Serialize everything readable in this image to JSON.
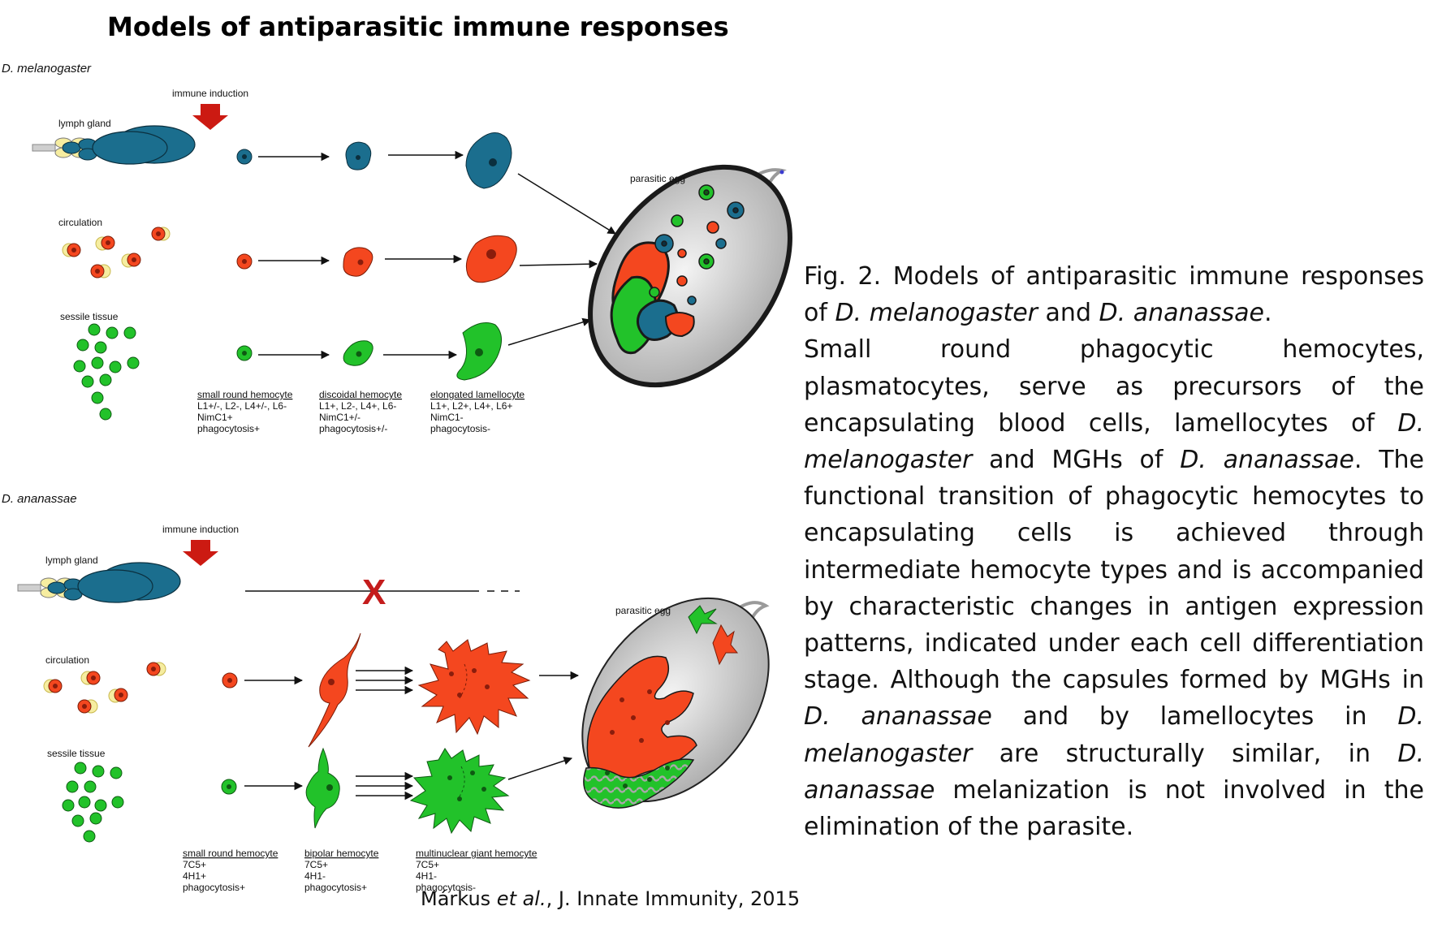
{
  "title": "Models of antiparasitic immune responses",
  "colors": {
    "lymph_blue": "#1b6e8e",
    "red": "#f4471f",
    "green": "#22c22a",
    "yellow": "#f6eda0",
    "arrow_red": "#cc1a12",
    "egg_grey": "#c8c8c8",
    "melanization": "#1a1a1a"
  },
  "melanogaster": {
    "species": "D. melanogaster",
    "immune_induction": "immune induction",
    "lymph_gland": "lymph gland",
    "circulation": "circulation",
    "sessile_tissue": "sessile tissue",
    "parasitic_egg": "parasitic egg",
    "stages": [
      {
        "name": "small round hemocyte",
        "lines": [
          "L1+/-, L2-, L4+/-, L6-",
          "NimC1+",
          "phagocytosis+"
        ]
      },
      {
        "name": "discoidal hemocyte",
        "lines": [
          "L1+, L2-, L4+, L6-",
          "NimC1+/-",
          "phagocytosis+/-"
        ]
      },
      {
        "name": "elongated lamellocyte",
        "lines": [
          "L1+, L2+, L4+, L6+",
          "NimC1-",
          "phagocytosis-"
        ]
      }
    ]
  },
  "ananassae": {
    "species": "D. ananassae",
    "immune_induction": "immune induction",
    "lymph_gland": "lymph gland",
    "circulation": "circulation",
    "sessile_tissue": "sessile tissue",
    "parasitic_egg": "parasitic egg",
    "blocked_mark": "X",
    "stages": [
      {
        "name": "small round hemocyte",
        "lines": [
          "7C5+",
          "4H1+",
          "phagocytosis+"
        ]
      },
      {
        "name": "bipolar hemocyte",
        "lines": [
          "7C5+",
          "4H1-",
          "phagocytosis+"
        ]
      },
      {
        "name": "multinuclear giant hemocyte",
        "lines": [
          "7C5+",
          "4H1-",
          "phagocytosis-"
        ]
      }
    ]
  },
  "caption": {
    "p1": "Fig. 2. Models of antiparasitic immune responses of D. melanogaster and D. ananassae.",
    "p2": "Small round phagocytic hemocytes, plasmatocytes, serve as precursors of the encapsulating blood cells, lamellocytes of D. melanogaster and MGHs of D. ananassae. The functional transition of phagocytic hemocytes to encapsulating cells is achieved through intermediate hemocyte types and is accompanied by characteristic changes in antigen expression patterns, indicated under each cell differentiation stage. Although the capsules formed by MGHs in D. ananassae and by lamellocytes in D. melanogaster are structurally similar, in D. ananassae melanization is not involved in the elimination of the parasite."
  },
  "credit": {
    "authors": "Márkus",
    "etal": "et al.",
    "rest": ", J. Innate Immunity, 2015"
  }
}
